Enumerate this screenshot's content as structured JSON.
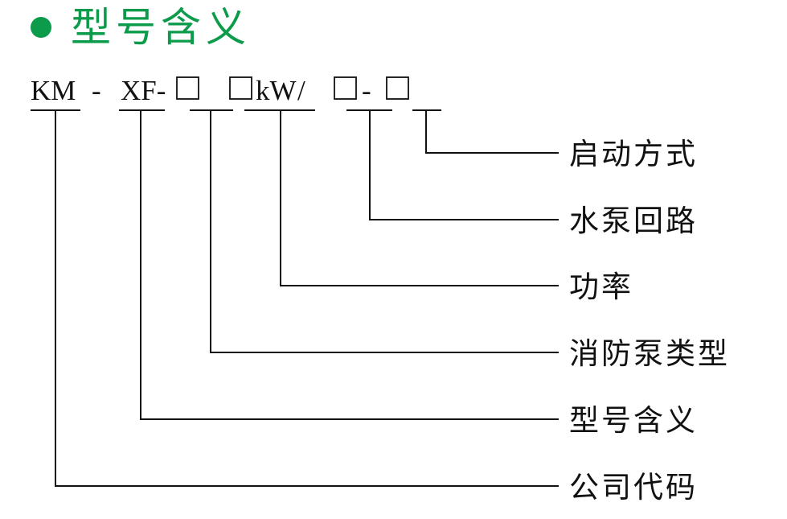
{
  "title": {
    "text": "型号含义",
    "color": "#0b9b4a"
  },
  "code": {
    "km": "KM",
    "dash1": "-",
    "xf": "XF-",
    "kw": "kW",
    "slash": "/",
    "dash2": "-"
  },
  "labels": [
    "启动方式",
    "水泵回路",
    "功率",
    "消防泵类型",
    "型号含义",
    "公司代码"
  ]
}
